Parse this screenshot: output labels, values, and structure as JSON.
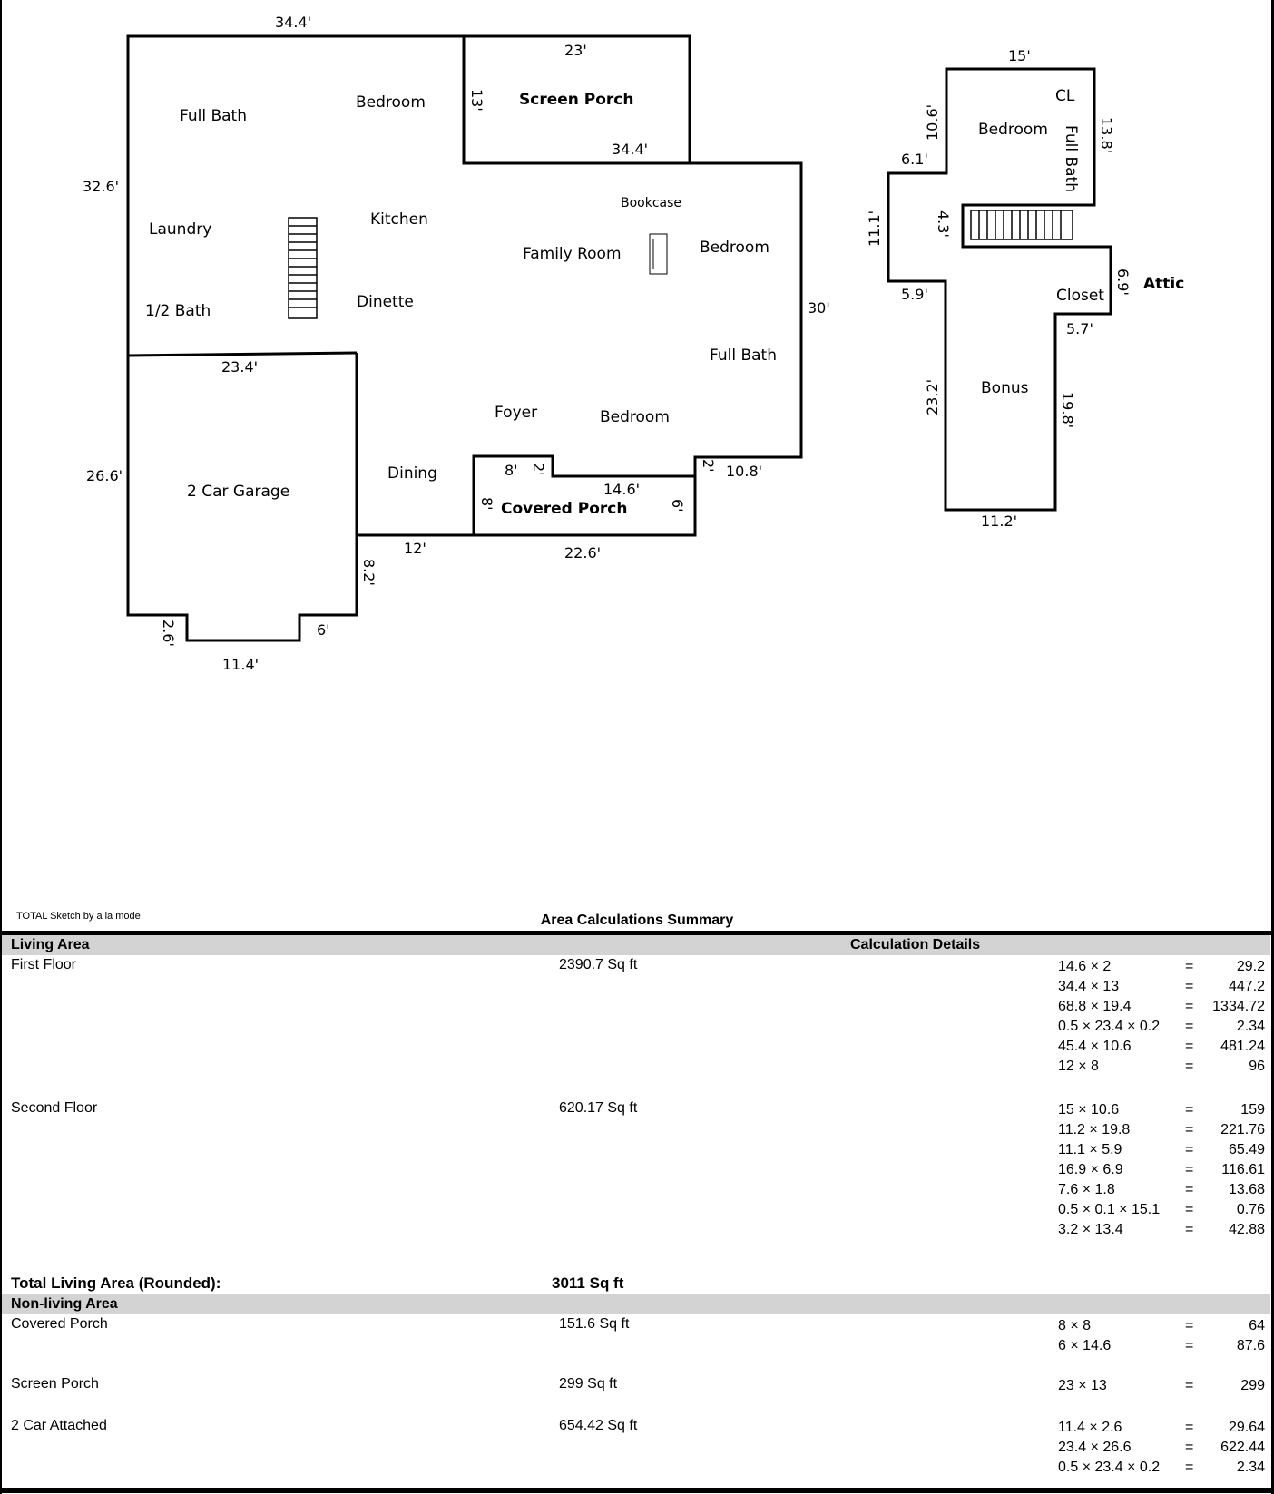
{
  "sketch": {
    "rooms": {
      "full_bath_left": "Full Bath",
      "bedroom_top": "Bedroom",
      "screen_porch": "Screen Porch",
      "laundry": "Laundry",
      "kitchen": "Kitchen",
      "bookcase": "Bookcase",
      "family_room": "Family Room",
      "bedroom_right": "Bedroom",
      "half_bath": "1/2 Bath",
      "dinette": "Dinette",
      "full_bath_right": "Full Bath",
      "foyer": "Foyer",
      "bedroom_bottom": "Bedroom",
      "dining": "Dining",
      "garage": "2 Car Garage",
      "covered_porch": "Covered Porch",
      "cl": "CL",
      "bedroom_upper": "Bedroom",
      "full_bath_upper": "Full Bath",
      "attic": "Attic",
      "closet": "Closet",
      "bonus": "Bonus"
    },
    "dims": {
      "d_top": "34.4'",
      "d_sp_top": "23'",
      "d_sp_side": "13'",
      "d_sp_bottom": "34.4'",
      "d_left": "32.6'",
      "d_right": "30'",
      "d_garage_top": "23.4'",
      "d_garage_left": "26.6'",
      "d_cp_top": "8'",
      "d_cp_step": "2'",
      "d_cp_mid": "14.6'",
      "d_cp_left": "8'",
      "d_cp_right": "6'",
      "d_cp_step2": "2'",
      "d_right_bottom": "10.8'",
      "d_cp_bottom": "22.6'",
      "d_dining_bottom": "12'",
      "d_garage_right": "8.2'",
      "d_bump_left": "2.6'",
      "d_bump_right": "6'",
      "d_bump_bottom": "11.4'",
      "u_top": "15'",
      "u_left_top": "10.6'",
      "u_right_top": "13.8'",
      "u_step_top": "6.1'",
      "u_stair": "4.3'",
      "u_left_mid": "11.1'",
      "u_right_mid": "6.9'",
      "u_step_bottom": "5.9'",
      "u_closet_step": "5.7'",
      "u_left_bottom": "23.2'",
      "u_right_bottom": "19.8'",
      "u_bottom": "11.2'"
    }
  },
  "footer": {
    "credit": "TOTAL Sketch by a la mode",
    "title": "Area Calculations Summary"
  },
  "summary": {
    "living_label": "Living Area",
    "details_label": "Calculation Details",
    "first_floor": {
      "name": "First Floor",
      "area": "2390.7 Sq ft",
      "calcs": [
        {
          "expr": "14.6 × 2",
          "eq": "=",
          "res": "29.2"
        },
        {
          "expr": "34.4 × 13",
          "eq": "=",
          "res": "447.2"
        },
        {
          "expr": "68.8 × 19.4",
          "eq": "=",
          "res": "1334.72"
        },
        {
          "expr": "0.5 × 23.4 × 0.2",
          "eq": "=",
          "res": "2.34"
        },
        {
          "expr": "45.4 × 10.6",
          "eq": "=",
          "res": "481.24"
        },
        {
          "expr": "12 × 8",
          "eq": "=",
          "res": "96"
        }
      ]
    },
    "second_floor": {
      "name": "Second Floor",
      "area": "620.17 Sq ft",
      "calcs": [
        {
          "expr": "15 × 10.6",
          "eq": "=",
          "res": "159"
        },
        {
          "expr": "11.2 × 19.8",
          "eq": "=",
          "res": "221.76"
        },
        {
          "expr": "11.1 × 5.9",
          "eq": "=",
          "res": "65.49"
        },
        {
          "expr": "16.9 × 6.9",
          "eq": "=",
          "res": "116.61"
        },
        {
          "expr": "7.6 × 1.8",
          "eq": "=",
          "res": "13.68"
        },
        {
          "expr": "0.5 × 0.1 × 15.1",
          "eq": "=",
          "res": "0.76"
        },
        {
          "expr": "3.2 × 13.4",
          "eq": "=",
          "res": "42.88"
        }
      ]
    },
    "total_label": "Total Living Area (Rounded):",
    "total_value": "3011 Sq ft",
    "nonliving_label": "Non-living Area",
    "covered_porch": {
      "name": "Covered Porch",
      "area": "151.6 Sq ft",
      "calcs": [
        {
          "expr": "8 × 8",
          "eq": "=",
          "res": "64"
        },
        {
          "expr": "6 × 14.6",
          "eq": "=",
          "res": "87.6"
        }
      ]
    },
    "screen_porch": {
      "name": "Screen Porch",
      "area": "299 Sq ft",
      "calcs": [
        {
          "expr": "23 × 13",
          "eq": "=",
          "res": "299"
        }
      ]
    },
    "car_attached": {
      "name": "2 Car Attached",
      "area": "654.42 Sq ft",
      "calcs": [
        {
          "expr": "11.4 × 2.6",
          "eq": "=",
          "res": "29.64"
        },
        {
          "expr": "23.4 × 26.6",
          "eq": "=",
          "res": "622.44"
        },
        {
          "expr": "0.5 × 23.4 × 0.2",
          "eq": "=",
          "res": "2.34"
        }
      ]
    }
  }
}
